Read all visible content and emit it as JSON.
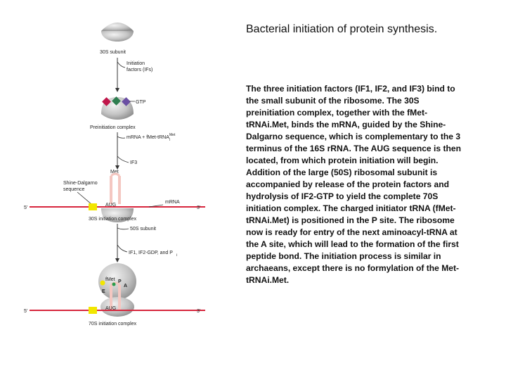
{
  "title": "Bacterial initiation of protein synthesis.",
  "body": "The three initiation factors (IF1, IF2, and IF3) bind to the small subunit of the ribosome. The 30S preinitiation complex, together with the fMet-tRNAi.Met, binds the mRNA, guided by the Shine-Dalgarno sequence, which is complementary to the 3 terminus of the 16S rRNA. The AUG sequence is then located, from which protein initiation will begin. Addition of the large (50S) ribosomal subunit is accompanied by release of the protein factors and hydrolysis of IF2-GTP to yield the complete 70S initiation complex. The charged initiator tRNA (fMet-tRNAi.Met) is positioned in the P site. The ribosome now is ready for entry of the next aminoacyl-tRNA at the A site, which will lead to the formation of the first peptide bond. The initiation process is similar in archaeans, except there is no formylation of the Met-tRNAi.Met.",
  "diagram": {
    "label_30s_subunit": "30S subunit",
    "label_initiation_factors_1": "Initiation",
    "label_initiation_factors_2": "factors (IFs)",
    "label_gtp": "GTP",
    "label_preinitiation": "Preinitiation complex",
    "label_mrna_fmet": "mRNA + fMet-tRNA",
    "label_mrna_fmet_sup": "Met",
    "label_mrna_fmet_sub": "i",
    "label_if3": "IF3",
    "label_met": "Met",
    "label_shine_dalgarno_1": "Shine-Dalgarno",
    "label_shine_dalgarno_2": "sequence",
    "label_mrna": "mRNA",
    "label_five_prime_1": "5'",
    "label_three_prime_1": "3'",
    "label_aug_1": "AUG",
    "label_30s_initiation": "30S initiation complex",
    "label_50s_subunit": "50S subunit",
    "label_release": "IF1, IF2-GDP, and P",
    "label_release_sub": "i",
    "label_fmet": "fMet",
    "label_p_site": "P",
    "label_a_site": "A",
    "label_e_site": "E",
    "label_five_prime_2": "5'",
    "label_three_prime_2": "3'",
    "label_aug_2": "AUG",
    "label_70s_initiation": "70S initiation complex",
    "colors": {
      "mrna_line": "#d7263d",
      "arrow": "#333333",
      "subunit_fill": "#c9c9c9",
      "shine_dalgarno": "#f2e600",
      "if1": "#c0174a",
      "if2": "#2e7d4f",
      "if3": "#6a4fa3",
      "trna": "#f4c7c1",
      "p_site_dot": "#2a9d4a"
    }
  }
}
